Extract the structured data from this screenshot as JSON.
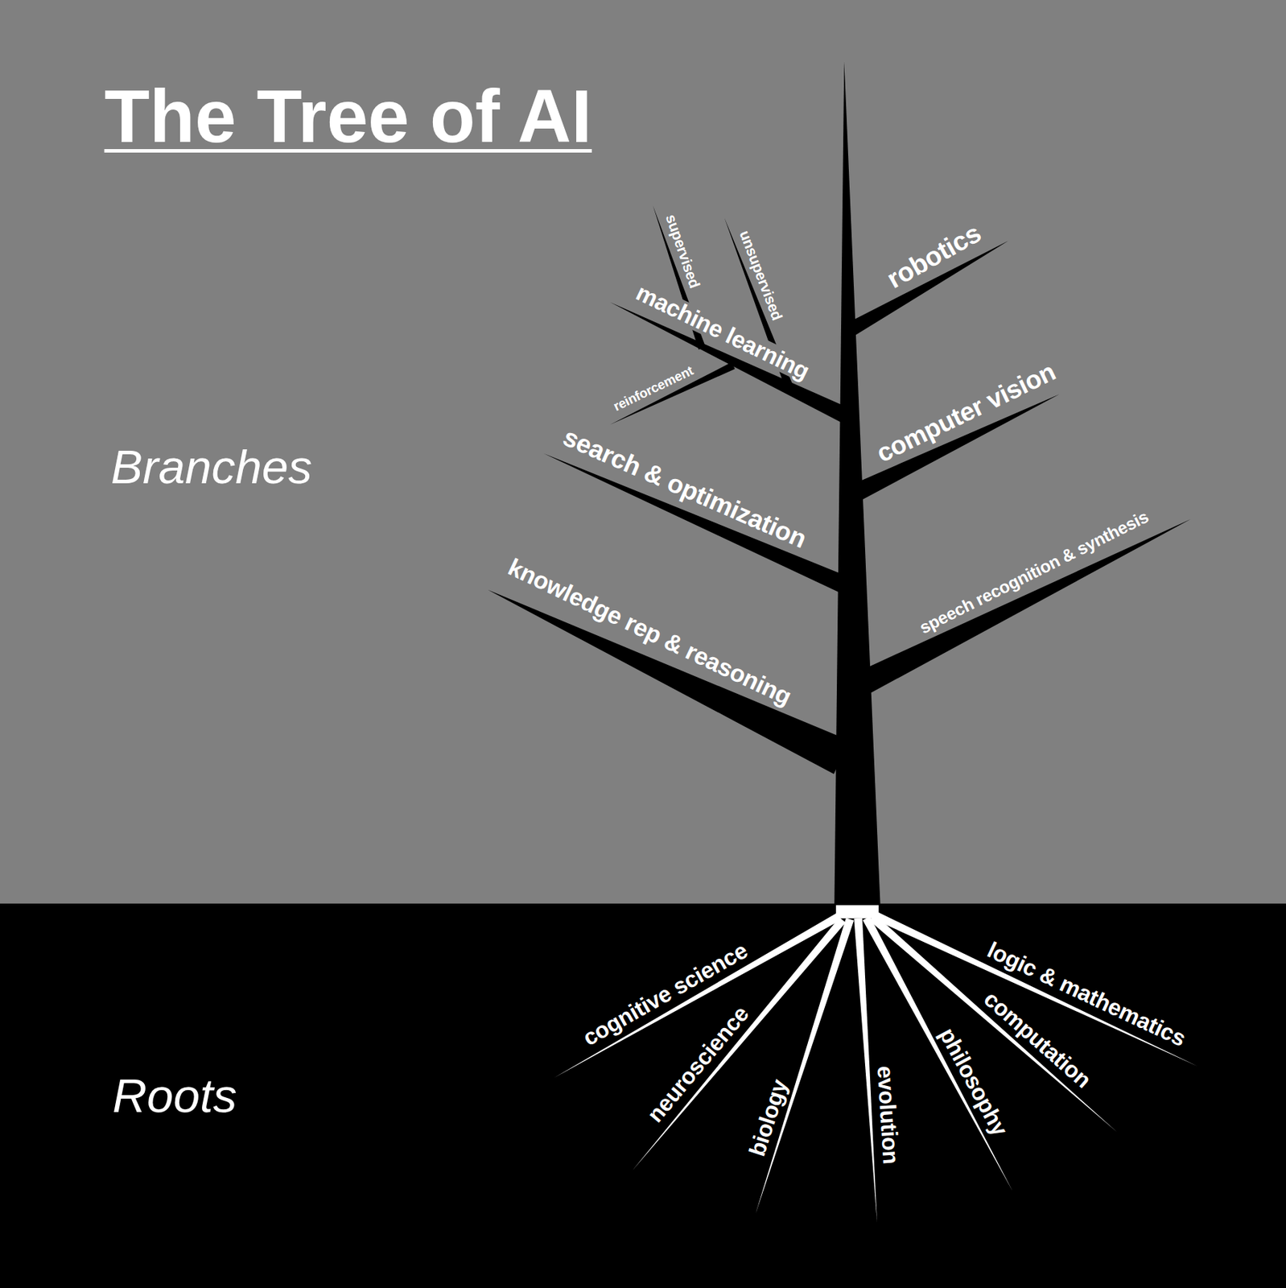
{
  "diagram": {
    "title": "The Tree of AI",
    "labels": [
      "supervised",
      "unsupervised",
      "robotics",
      "machine learning",
      "reinforcement",
      "Branches",
      "computer vision",
      "search & optimization",
      "speech recognition & synthesis",
      "knowledge rep & reasoning",
      "cognitive science",
      "logic & mathematics",
      "computation",
      "neuroscience",
      "philosophy",
      "Roots",
      "biology",
      "evolution"
    ]
  }
}
